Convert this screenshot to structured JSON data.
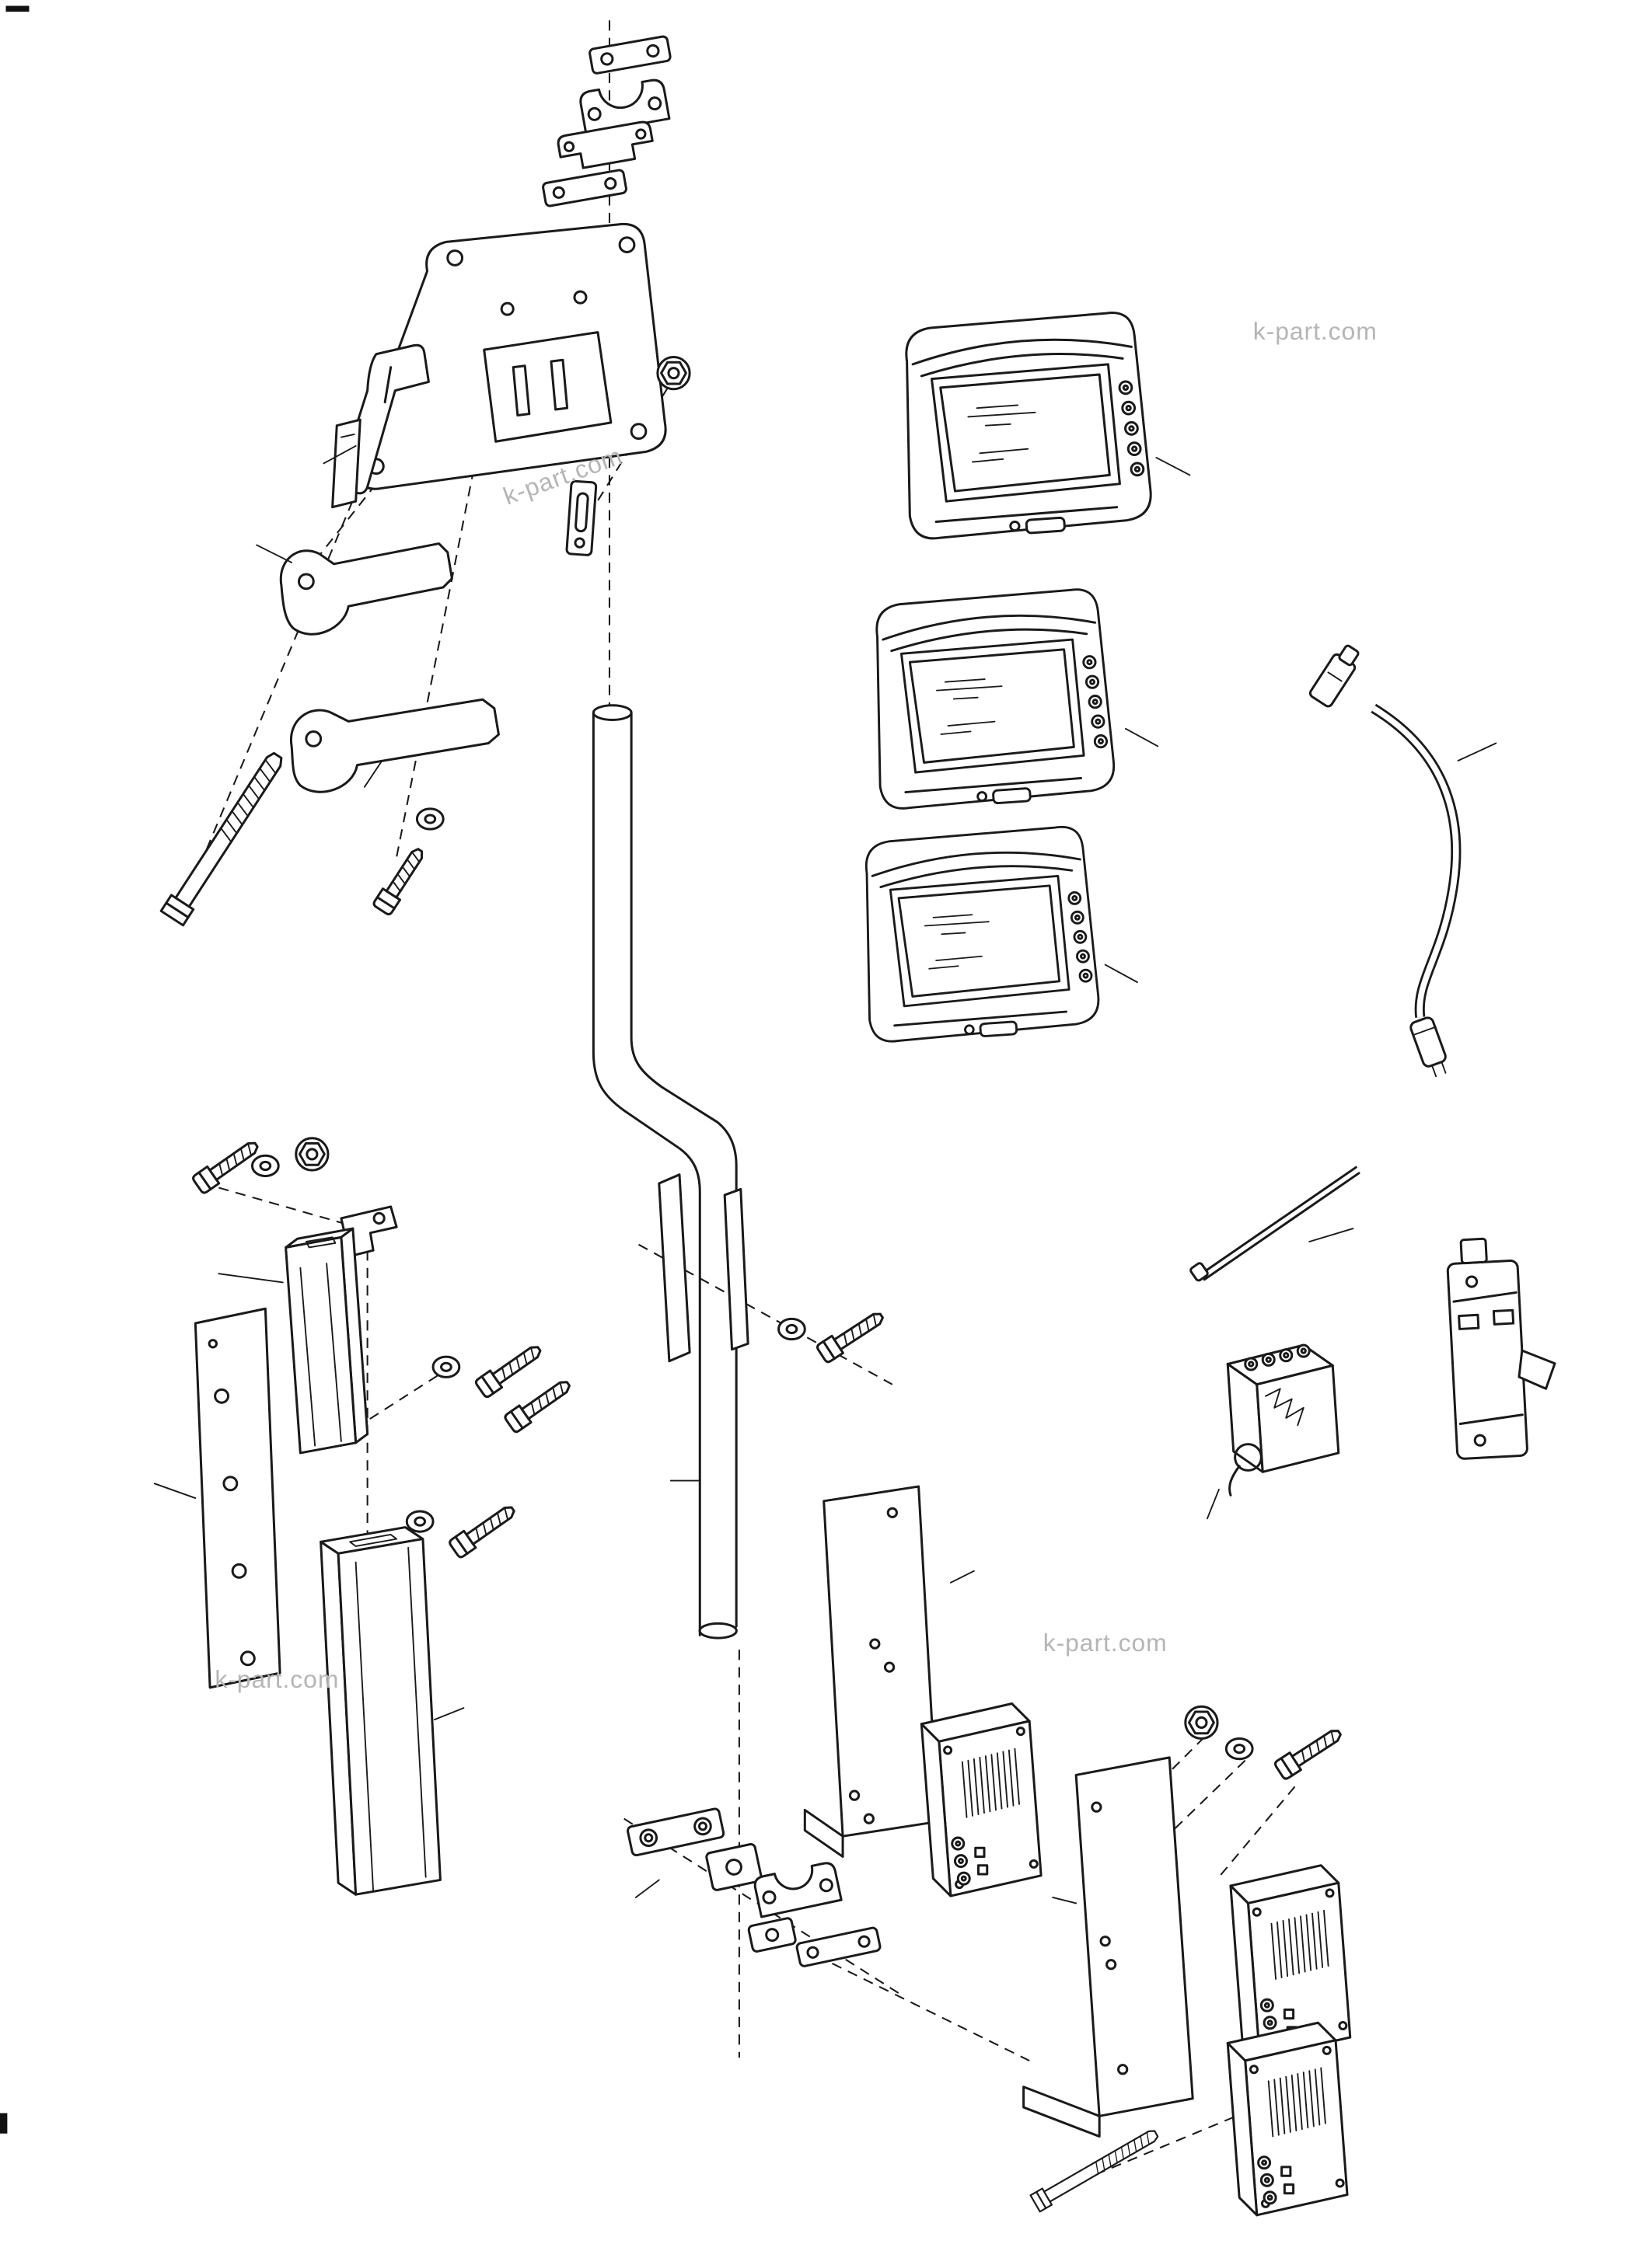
{
  "watermark": {
    "text": "k-part.com",
    "color": "#b5b5b5"
  },
  "colors": {
    "line": "#1a1a1a",
    "background": "#ffffff"
  },
  "diagram": {
    "type": "exploded-parts-diagram",
    "subject": "monitor-mounting-kit",
    "parts": [
      "top-clamp-plate",
      "saddle-clamp",
      "clamp-bracket",
      "lower-clamp-plate",
      "mounting-plate",
      "side-bracket",
      "mount-tab",
      "hook-bracket",
      "support-bar",
      "hex-bolt-long",
      "socket-screw",
      "washer",
      "flange-nut",
      "slot-bracket",
      "monitor-large",
      "monitor-medium",
      "monitor-small",
      "power-cable",
      "mounting-pole",
      "antenna-rod",
      "terminal-relay",
      "circuit-breaker",
      "angle-bracket",
      "extrusion-post-small",
      "mounting-strip-plate",
      "extrusion-post-large",
      "adapter-plate",
      "control-box",
      "bracket-plate",
      "clamp-plate",
      "clamp-block",
      "hex-bolt"
    ]
  }
}
